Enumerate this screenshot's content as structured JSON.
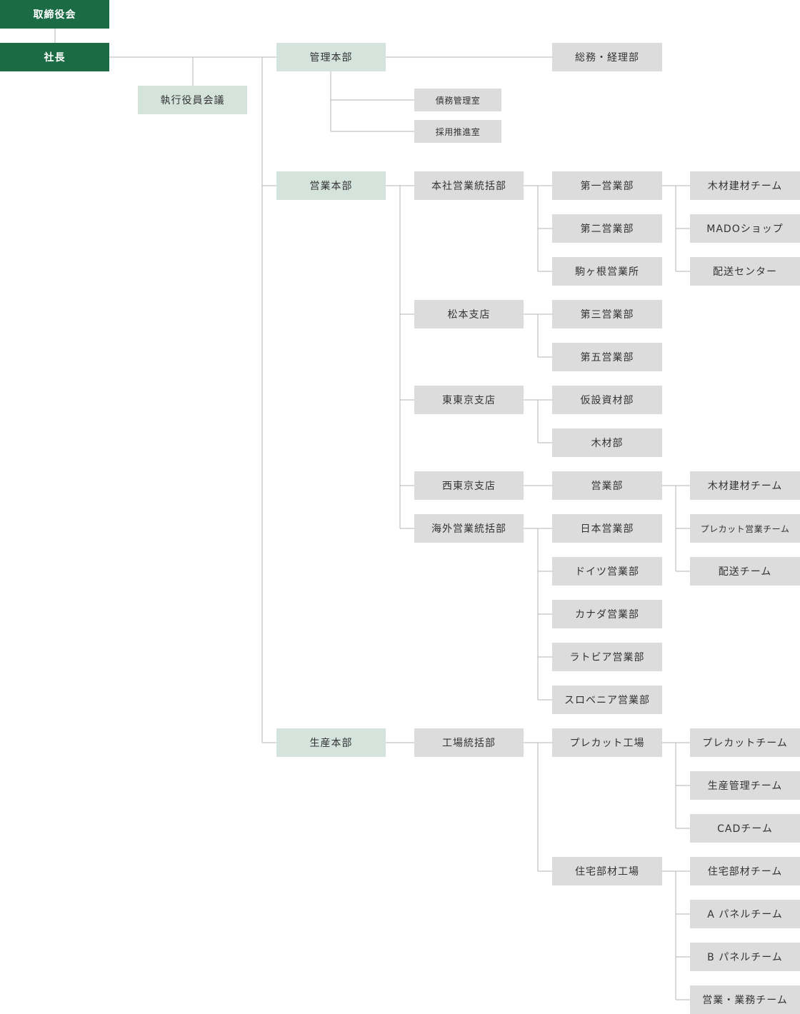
{
  "org": {
    "board": "取締役会",
    "president": "社長",
    "exec_committee": "執行役員会議",
    "admin": {
      "name": "管理本部",
      "general_affairs": "総務・経理部",
      "debt_office": "債務管理室",
      "hiring_office": "採用推進室"
    },
    "sales": {
      "name": "営業本部",
      "hq_sales": {
        "name": "本社営業統括部",
        "dept1": "第一営業部",
        "dept2": "第二営業部",
        "komagane": "駒ヶ根営業所",
        "team_lumber": "木材建材チーム",
        "team_mado": "MADOショップ",
        "team_delivery": "配送センター"
      },
      "matsumoto": {
        "name": "松本支店",
        "dept3": "第三営業部",
        "dept5": "第五営業部"
      },
      "east_tokyo": {
        "name": "東東京支店",
        "temp_materials": "仮設資材部",
        "lumber": "木材部"
      },
      "west_tokyo": {
        "name": "西東京支店",
        "sales_dept": "営業部",
        "team_lumber": "木材建材チーム",
        "team_precut": "プレカット営業チーム",
        "team_delivery": "配送チーム"
      },
      "overseas": {
        "name": "海外営業統括部",
        "japan": "日本営業部",
        "germany": "ドイツ営業部",
        "canada": "カナダ営業部",
        "latvia": "ラトビア営業部",
        "slovenia": "スロベニア営業部"
      }
    },
    "production": {
      "name": "生産本部",
      "factory_div": "工場統括部",
      "precut_factory": {
        "name": "プレカット工場",
        "team_precut": "プレカットチーム",
        "team_prod_mgmt": "生産管理チーム",
        "team_cad": "CADチーム"
      },
      "housing_factory": {
        "name": "住宅部材工場",
        "team_housing": "住宅部材チーム",
        "team_a_panel": "A パネルチーム",
        "team_b_panel": "B パネルチーム",
        "team_sales_ops": "営業・業務チーム"
      }
    }
  },
  "colors": {
    "top_level": "#1b6b45",
    "division": "#d4e3dc",
    "department": "#dcdcdc",
    "connector": "#b5b5b5"
  }
}
